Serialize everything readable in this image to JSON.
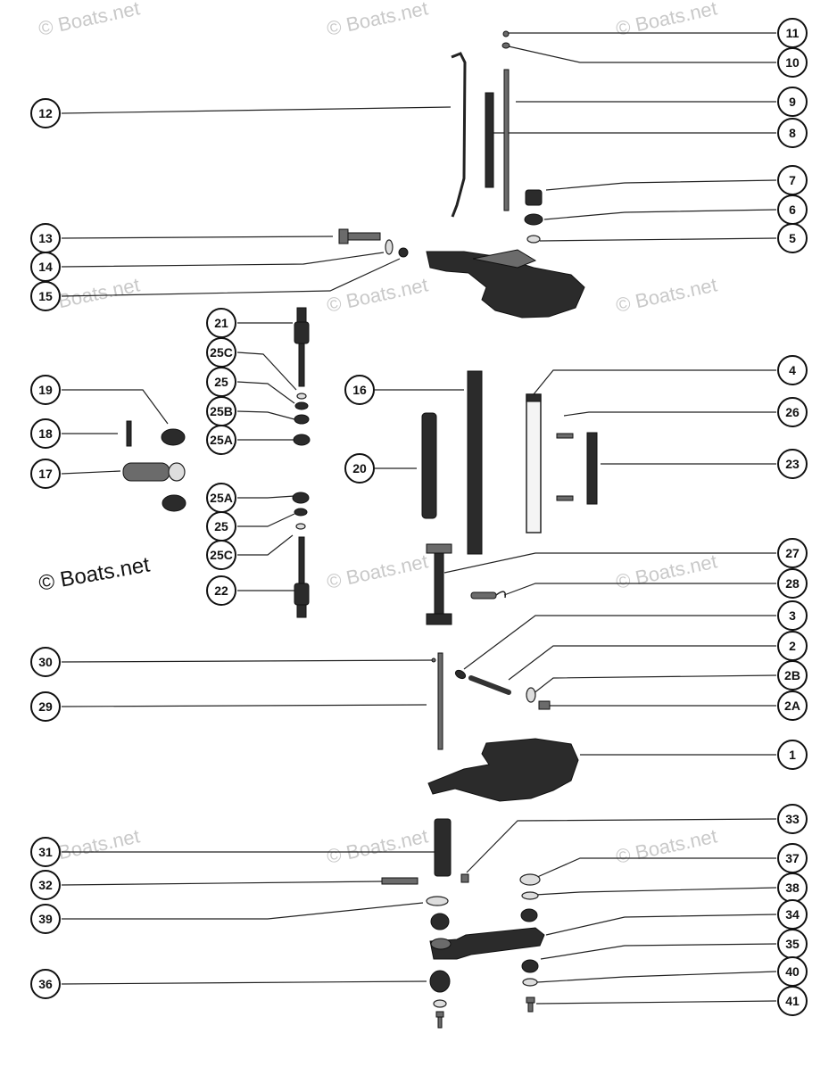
{
  "watermark": {
    "text": "© Boats.net",
    "prominent_text": "© Boats.net"
  },
  "callouts": {
    "c11": "11",
    "c10": "10",
    "c12": "12",
    "c9": "9",
    "c8": "8",
    "c7": "7",
    "c6": "6",
    "c13": "13",
    "c5": "5",
    "c14": "14",
    "c15": "15",
    "c21": "21",
    "c25C_top": "25C",
    "c25_top": "25",
    "c25B": "25B",
    "c25A_top": "25A",
    "c19": "19",
    "c18": "18",
    "c17": "17",
    "c16": "16",
    "c4": "4",
    "c26": "26",
    "c20": "20",
    "c23": "23",
    "c25A_bot": "25A",
    "c25_bot": "25",
    "c25C_bot": "25C",
    "c22": "22",
    "c27": "27",
    "c28": "28",
    "c3": "3",
    "c30": "30",
    "c2": "2",
    "c2B": "2B",
    "c29": "29",
    "c2A": "2A",
    "c1": "1",
    "c33": "33",
    "c31": "31",
    "c37": "37",
    "c32": "32",
    "c38": "38",
    "c39": "39",
    "c34": "34",
    "c35": "35",
    "c36": "36",
    "c40": "40",
    "c41": "41"
  },
  "icons": {
    "callout_shape": "circle-outline",
    "part_style": "exploded-view-line-art"
  },
  "colors": {
    "ink": "#111111",
    "watermark": "#c9c9c9",
    "background": "#ffffff"
  }
}
